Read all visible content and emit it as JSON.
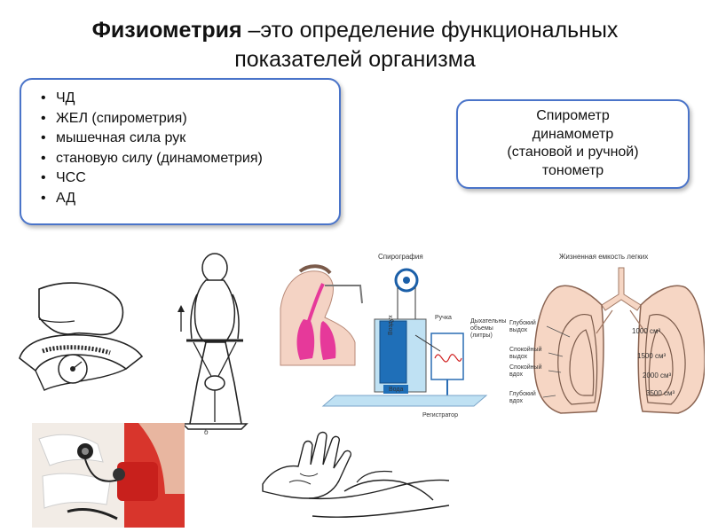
{
  "slide": {
    "title_bold": "Физиометрия",
    "title_rest_line1": " –это определение функциональных",
    "title_line2": "показателей организма"
  },
  "parameters": [
    "ЧД",
    "ЖЕЛ (спирометрия)",
    "мышечная сила рук",
    "становую силу (динамометрия)",
    "ЧСС",
    "АД"
  ],
  "devices": [
    "Спирометр",
    "динамометр",
    "(становой и ручной)",
    "тонометр"
  ],
  "spirography": {
    "title": "Спирография",
    "label_pen": "Ручка",
    "label_volumes": "Дыхательные объемы (литры)",
    "label_recorder": "Регистратор",
    "label_water": "Вода",
    "label_air": "Воздух"
  },
  "lungs": {
    "title": "Жизненная емкость легких",
    "labels": [
      "Глубокий выдох",
      "Спокойный выдох",
      "Спокойный вдох",
      "Глубокий вдох"
    ],
    "volumes": [
      "1000 см³",
      "1500 см³",
      "2000 см³",
      "3500 см³"
    ]
  },
  "figure_b_caption": "б"
}
